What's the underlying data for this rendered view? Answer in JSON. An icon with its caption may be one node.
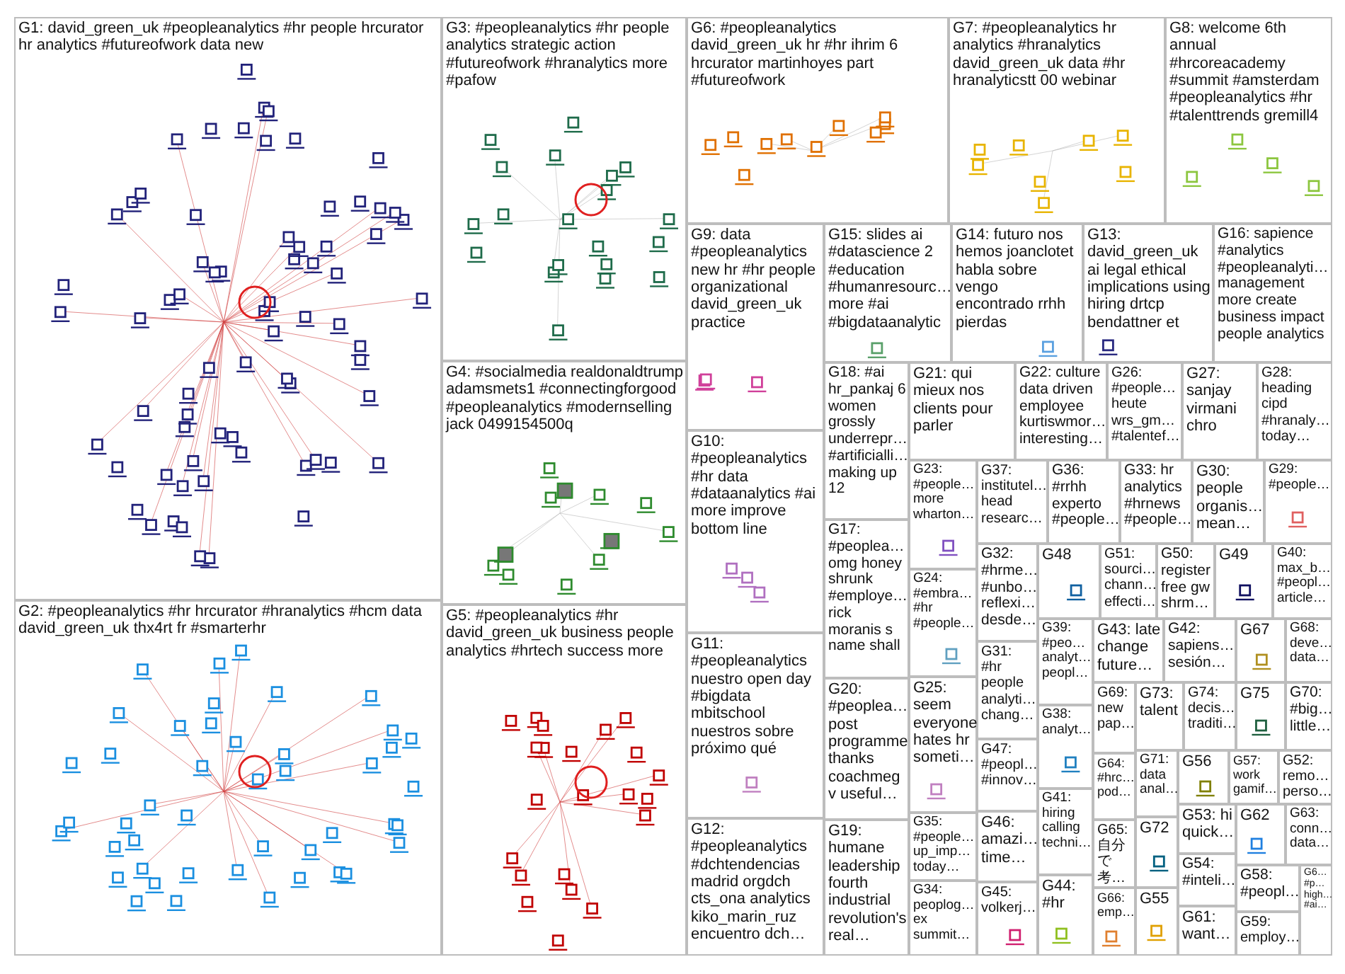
{
  "diagram": {
    "nodes": [
      {
        "text": [
          "G1: david_green_uk #peopleanalytics #hr people hrcurator hr analytics #futureofwork data new"
        ]
      },
      {
        "text": [
          "G3: #peopleanalytics #hr people analytics strategic action #futureofwork #hranalytics more #pafow"
        ]
      },
      {
        "text": [
          "G6: #peopleanalytics david_green_uk hr #hr ihrim 6 hrcurator martinhoyes part #futureofwork"
        ]
      },
      {
        "text": [
          "G7: #peopleanalytics hr analytics #hranalytics david_green_uk data #hr hranalyticstt 00 webinar"
        ]
      },
      {
        "text": [
          "G8: welcome 6th annual #hrcoreacademy #summit #amsterdam #peopleanalytics #hr #talenttrends gremill4"
        ]
      },
      {
        "text": [
          "G9: data #peopleanalytics new hr #hr people organizational david_green_uk practice"
        ]
      },
      {
        "text": [
          "G15: slides ai #datascience 2 #education #humanresourc… more #ai #bigdataanalytic"
        ]
      },
      {
        "text": [
          "G14: futuro nos hemos joanclotet habla sobre vengo encontrado rrhh pierdas"
        ]
      },
      {
        "text": [
          "G13: david_green_uk ai legal ethical implications using hiring drtcp bendattner et"
        ]
      },
      {
        "text": [
          "G16: sapience #analytics #peopleanalyti… management more create business impact people analytics"
        ]
      },
      {
        "text": [
          "G4: #socialmedia realdonaldtrump adamsmets1 #connectingforgood #peopleanalytics #modernselling jack 0499154500q"
        ]
      },
      {
        "text": [
          "G18: #ai hr_pankaj 6 women grossly underrepr… #artificialli… making up 12"
        ]
      },
      {
        "text": [
          "G21: qui mieux nos clients pour parler"
        ]
      },
      {
        "text": [
          "G22: culture data driven employee kurtiswmor… interesting…"
        ]
      },
      {
        "text": [
          "G26: #people… heute wrs_gm… #talentef…"
        ]
      },
      {
        "text": [
          "G27: sanjay virmani chro"
        ]
      },
      {
        "text": [
          "G28: heading cipd #hranaly… today…"
        ]
      },
      {
        "text": [
          "G10: #peopleanalytics #hr data #dataanalytics #ai more improve bottom line"
        ]
      },
      {
        "text": [
          "G23: #people… more wharton…"
        ]
      },
      {
        "text": [
          "G37: institutel… head researc…"
        ]
      },
      {
        "text": [
          "G36: #rrhh experto #people…"
        ]
      },
      {
        "text": [
          "G33: hr analytics #hrnews #people…"
        ]
      },
      {
        "text": [
          "G30: people organis… mean…"
        ]
      },
      {
        "text": [
          "G29: #people…"
        ]
      },
      {
        "text": [
          "G17: #peoplea… omg honey shrunk #employe… rick moranis s name shall"
        ]
      },
      {
        "text": [
          "G24: #embra… #hr #people…"
        ]
      },
      {
        "text": [
          "G32: #hrme… #unbo… reflexi… desde…"
        ]
      },
      {
        "text": [
          "G48"
        ]
      },
      {
        "text": [
          "G51: sourci… chann… effecti…"
        ]
      },
      {
        "text": [
          "G50: register free gw shrm…"
        ]
      },
      {
        "text": [
          "G49"
        ]
      },
      {
        "text": [
          "G40: max_b… #peopl… article…"
        ]
      },
      {
        "text": [
          "G11: #peopleanalytics nuestro open day #bigdata mbitschool nuestros sobre próximo qué"
        ]
      },
      {
        "text": [
          "G39: #peo… analyt… peopl…"
        ]
      },
      {
        "text": [
          "G43: late change future…"
        ]
      },
      {
        "text": [
          "G42: sapiens… sesión…"
        ]
      },
      {
        "text": [
          "G67"
        ]
      },
      {
        "text": [
          "G68: deve… data…"
        ]
      },
      {
        "text": [
          "G31: #hr people analyti… chang…"
        ]
      },
      {
        "text": [
          "G69: new pap…"
        ]
      },
      {
        "text": [
          "G73: talent"
        ]
      },
      {
        "text": [
          "G74: decis… traditi…"
        ]
      },
      {
        "text": [
          "G75"
        ]
      },
      {
        "text": [
          "G70: #big… little…"
        ]
      },
      {
        "text": [
          "G20: #peoplea… post programme thanks coachmeg v useful…"
        ]
      },
      {
        "text": [
          "G25: seem everyone hates hr someti…"
        ]
      },
      {
        "text": [
          "G38: analyt…"
        ]
      },
      {
        "text": [
          "G47: #peopl… #innov…"
        ]
      },
      {
        "text": [
          "G64: #hrc… pod…"
        ]
      },
      {
        "text": [
          "G71: data anal…"
        ]
      },
      {
        "text": [
          "G56"
        ]
      },
      {
        "text": [
          "G57: work gamif…"
        ]
      },
      {
        "text": [
          "G52: remo… perso…"
        ]
      },
      {
        "text": [
          "G53: hi quick…"
        ]
      },
      {
        "text": [
          "G62"
        ]
      },
      {
        "text": [
          "G63: conn… data…"
        ]
      },
      {
        "text": [
          "G35: #people… up_imp… today…"
        ]
      },
      {
        "text": [
          "G46: amazi… time…"
        ]
      },
      {
        "text": [
          "G65: 自分で考…"
        ]
      },
      {
        "text": [
          "G72"
        ]
      },
      {
        "text": [
          "G41: hiring calling techni…"
        ]
      },
      {
        "text": [
          "G54: #inteli…"
        ]
      },
      {
        "text": [
          "G58: #peopl…"
        ]
      },
      {
        "text": [
          "G6… #p… high… #ai…"
        ]
      },
      {
        "text": [
          "G2: #peopleanalytics #hr hrcurator #hranalytics #hcm data david_green_uk thx4rt fr #smarterhr"
        ]
      },
      {
        "text": [
          "G5: #peopleanalytics #hr david_green_uk business people analytics #hrtech success more"
        ]
      },
      {
        "text": [
          "G12: #peopleanalytics #dchtendencias madrid orgdch cts_ona analytics kiko_marin_ruz encuentro dch…"
        ]
      },
      {
        "text": [
          "G19: humane leadership fourth industrial revolution's real…"
        ]
      },
      {
        "text": [
          "G34: peoplog… ex summit…"
        ]
      },
      {
        "text": [
          "G45: volkerj…"
        ]
      },
      {
        "text": [
          "G44: #hr"
        ]
      },
      {
        "text": [
          "G66: emp…"
        ]
      },
      {
        "text": [
          "G55"
        ]
      },
      {
        "text": [
          "G61: want…"
        ]
      },
      {
        "text": [
          "G59: employ…"
        ]
      }
    ]
  }
}
